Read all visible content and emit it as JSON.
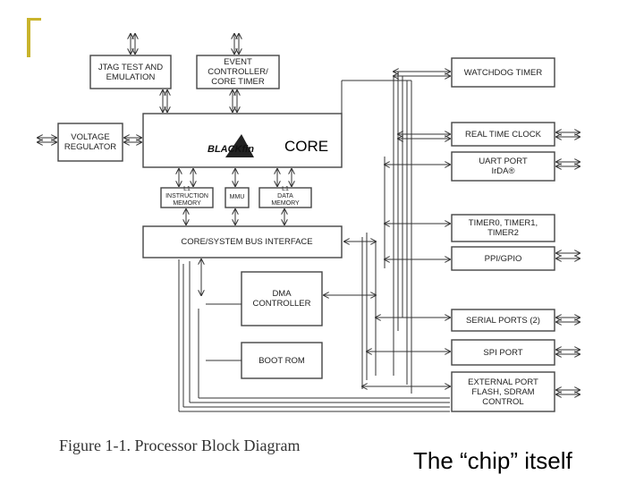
{
  "colors": {
    "accent": "#c9b42c",
    "line": "#333333",
    "box_border": "#444444"
  },
  "blocks": {
    "jtag": "JTAG TEST AND\nEMULATION",
    "event": "EVENT\nCONTROLLER/\nCORE TIMER",
    "watchdog": "WATCHDOG TIMER",
    "voltage": "VOLTAGE\nREGULATOR",
    "core": "CORE",
    "logo": "BLACKfin",
    "rtc": "REAL TIME CLOCK",
    "uart": "UART PORT\nIrDA®",
    "l1_instr": "L1\nINSTRUCTION\nMEMORY",
    "mmu": "MMU",
    "l1_data": "L1\nDATA\nMEMORY",
    "timer": "TIMER0, TIMER1,\nTIMER2",
    "bus": "CORE/SYSTEM BUS INTERFACE",
    "ppi": "PPI/GPIO",
    "dma": "DMA\nCONTROLLER",
    "serial": "SERIAL PORTS (2)",
    "spi": "SPI PORT",
    "boot": "BOOT ROM",
    "ext": "EXTERNAL PORT\nFLASH, SDRAM\nCONTROL"
  },
  "caption": "Figure 1-1. Processor Block Diagram",
  "chip_text": "The “chip” itself"
}
